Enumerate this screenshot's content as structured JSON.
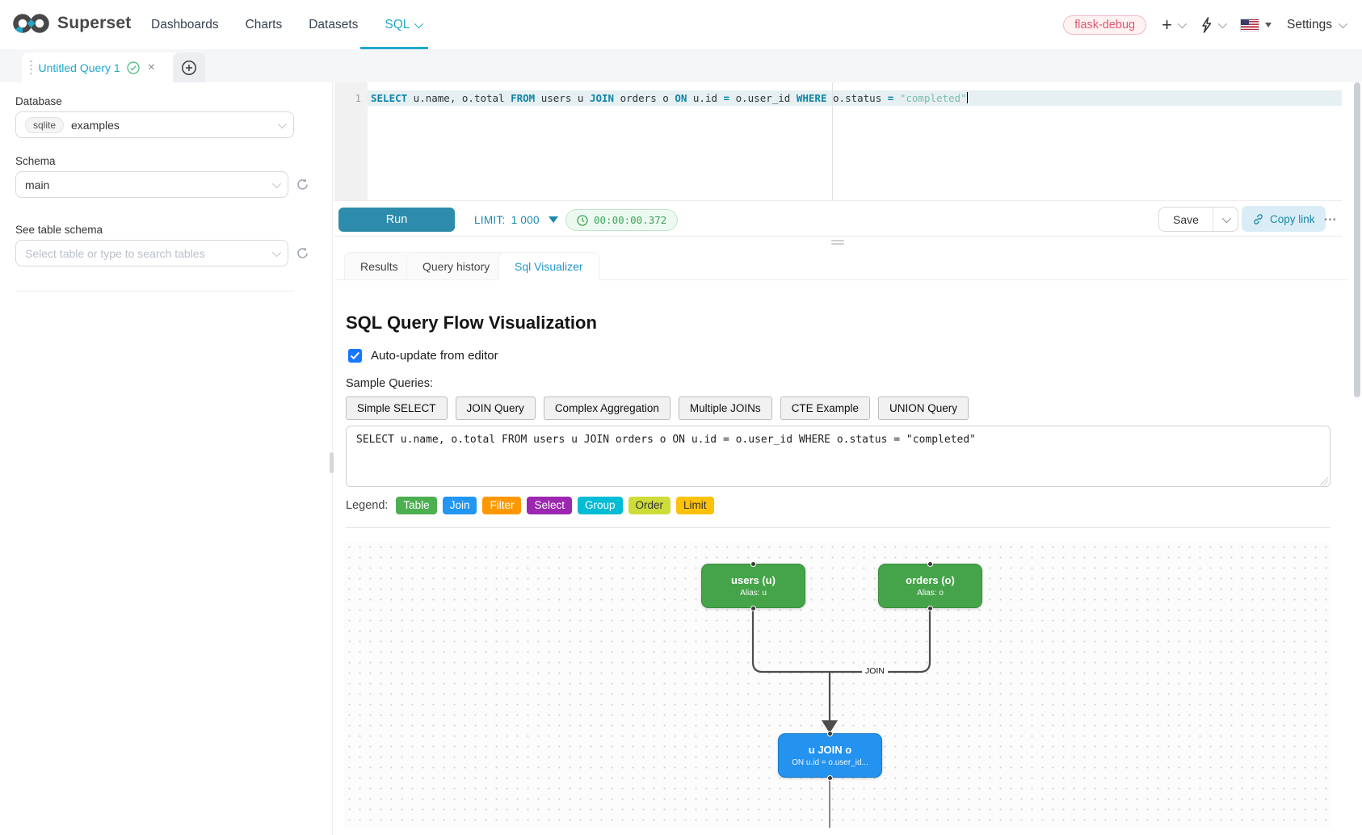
{
  "navbar": {
    "brand": "Superset",
    "items": [
      "Dashboards",
      "Charts",
      "Datasets"
    ],
    "sql": "SQL",
    "env_badge": "flask-debug",
    "plus": "+",
    "settings": "Settings"
  },
  "tabbar": {
    "active_tab": "Untitled Query 1"
  },
  "sidebar": {
    "database_label": "Database",
    "database_engine": "sqlite",
    "database_value": "examples",
    "schema_label": "Schema",
    "schema_value": "main",
    "table_label": "See table schema",
    "table_placeholder": "Select table or type to search tables"
  },
  "editor": {
    "line_number": "1",
    "tokens": [
      {
        "text": "SELECT",
        "type": "kw"
      },
      {
        "text": " u.name, o.total ",
        "type": "plain"
      },
      {
        "text": "FROM",
        "type": "kw"
      },
      {
        "text": " users u ",
        "type": "plain"
      },
      {
        "text": "JOIN",
        "type": "kw"
      },
      {
        "text": " orders o ",
        "type": "plain"
      },
      {
        "text": "ON",
        "type": "kw"
      },
      {
        "text": " u.id ",
        "type": "plain"
      },
      {
        "text": "=",
        "type": "op"
      },
      {
        "text": " o.user_id ",
        "type": "plain"
      },
      {
        "text": "WHERE",
        "type": "kw"
      },
      {
        "text": " o.status ",
        "type": "plain"
      },
      {
        "text": "=",
        "type": "op"
      },
      {
        "text": " ",
        "type": "plain"
      },
      {
        "text": "\"completed\"",
        "type": "str"
      }
    ]
  },
  "toolbar": {
    "run": "Run",
    "limit_label": "LIMIT:",
    "limit_value": "1 000",
    "timer": "00:00:00.372",
    "save": "Save",
    "copy_link": "Copy link",
    "more": "…"
  },
  "result_tabs": {
    "results": "Results",
    "query_history": "Query history",
    "sql_visualizer": "Sql Visualizer"
  },
  "visualizer": {
    "title": "SQL Query Flow Visualization",
    "auto_update": "Auto-update from editor",
    "sample_label": "Sample Queries:",
    "samples": [
      "Simple SELECT",
      "JOIN Query",
      "Complex Aggregation",
      "Multiple JOINs",
      "CTE Example",
      "UNION Query"
    ],
    "sql_text": "SELECT u.name, o.total FROM users u JOIN orders o ON u.id = o.user_id WHERE o.status = \"completed\"",
    "legend_label": "Legend:",
    "legend": [
      {
        "label": "Table",
        "bg": "#4caf50",
        "fg": "#ffffff"
      },
      {
        "label": "Join",
        "bg": "#2196f3",
        "fg": "#ffffff"
      },
      {
        "label": "Filter",
        "bg": "#ff9800",
        "fg": "#ffffff"
      },
      {
        "label": "Select",
        "bg": "#9c27b0",
        "fg": "#ffffff"
      },
      {
        "label": "Group",
        "bg": "#00bcd4",
        "fg": "#ffffff"
      },
      {
        "label": "Order",
        "bg": "#cddc39",
        "fg": "#333333"
      },
      {
        "label": "Limit",
        "bg": "#ffc107",
        "fg": "#333333"
      }
    ]
  },
  "flow": {
    "edge_label": "JOIN",
    "nodes": [
      {
        "title": "users (u)",
        "subtitle": "Alias: u"
      },
      {
        "title": "orders (o)",
        "subtitle": "Alias: o"
      },
      {
        "title": "u JOIN o",
        "subtitle": "ON u.id = o.user_id..."
      }
    ],
    "colors": {
      "table_node": "#45a449",
      "join_node": "#2492ef",
      "edge": "#4d4d4d"
    }
  }
}
